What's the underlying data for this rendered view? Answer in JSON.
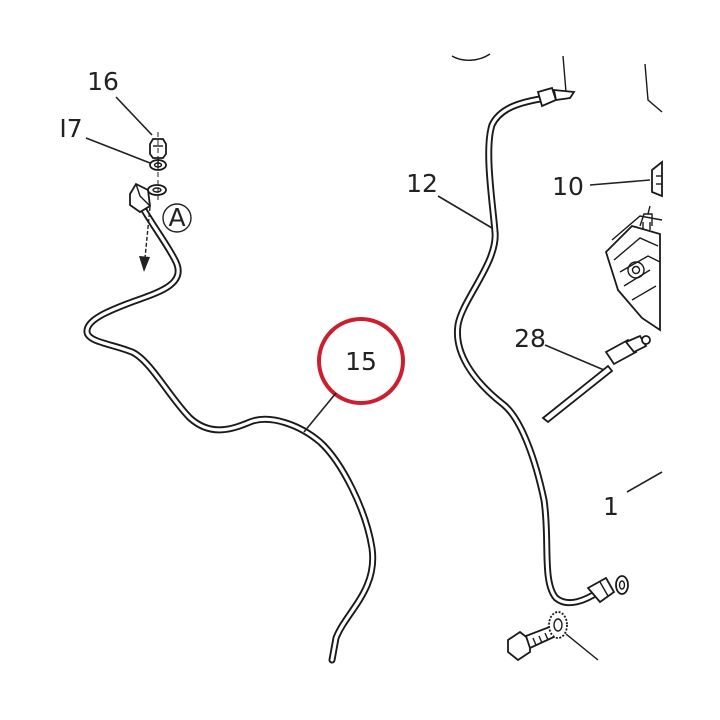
{
  "labels": {
    "l16": "16",
    "l17": "I7",
    "lA": "A",
    "l15": "15",
    "l12": "12",
    "l10": "10",
    "l28": "28",
    "l1": "1"
  },
  "colors": {
    "highlight": "#cc1f2e",
    "ink": "#1a1a1a"
  }
}
